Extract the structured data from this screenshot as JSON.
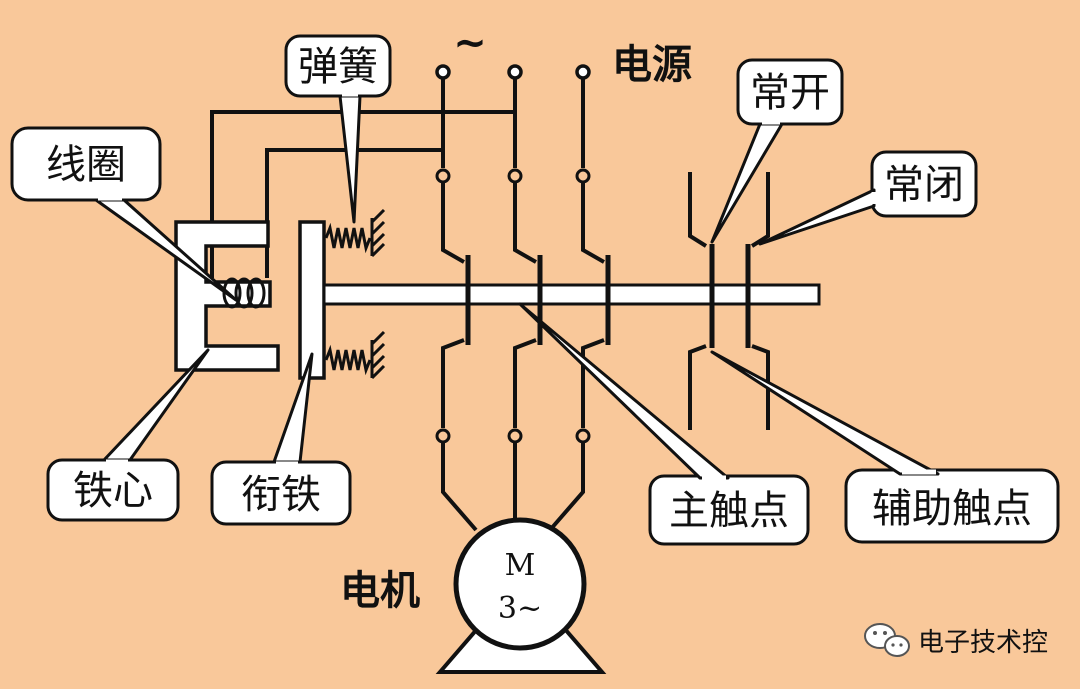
{
  "labels": {
    "spring": "弹簧",
    "ac_symbol": "~",
    "power": "电源",
    "normally_open": "常开",
    "normally_closed": "常闭",
    "coil": "线圈",
    "iron_core": "铁心",
    "armature": "衔铁",
    "main_contact": "主触点",
    "aux_contact": "辅助触点",
    "motor_caption": "电机",
    "motor_symbol": "M",
    "motor_phase": "3~"
  },
  "watermark": {
    "text": "电子技术控",
    "icon": "wechat-icon"
  },
  "colors": {
    "background": "#f9c89a",
    "line": "#111111",
    "callout_fill": "#ffffff"
  }
}
